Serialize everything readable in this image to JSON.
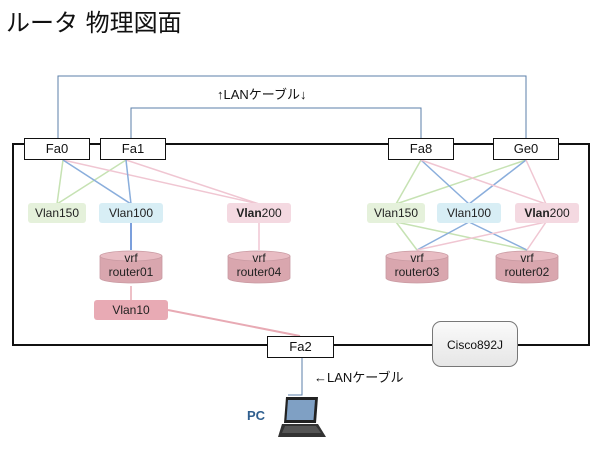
{
  "title": "ルータ 物理図面",
  "ports": {
    "fa0": "Fa0",
    "fa1": "Fa1",
    "fa8": "Fa8",
    "ge0": "Ge0",
    "fa2": "Fa2"
  },
  "vlans": {
    "left_150": "Vlan150",
    "left_100": "Vlan100",
    "left_200_prefix": "Vlan",
    "left_200_num": "200",
    "vlan10": "Vlan10",
    "right_150": "Vlan150",
    "right_100": "Vlan100",
    "right_200_prefix": "Vlan",
    "right_200_num": "200"
  },
  "vrfs": {
    "vrf_label": "vrf",
    "router01": "router01",
    "router04": "router04",
    "router03": "router03",
    "router02": "router02"
  },
  "cables": {
    "lan_both": "↑LANケーブル↓",
    "lan_left": "←LANケーブル"
  },
  "device": "Cisco892J",
  "pc": "PC",
  "colors": {
    "vlan150": "#e5f1db",
    "vlan100": "#d8eef5",
    "vlan200": "#f4d9e1",
    "vlan10": "#e8aab4",
    "line_blue": "#8aaedc",
    "line_green": "#c6e2b3",
    "line_pink": "#f0c6d2",
    "line_red": "#e8aab4",
    "cable": "#5b7fa8"
  }
}
